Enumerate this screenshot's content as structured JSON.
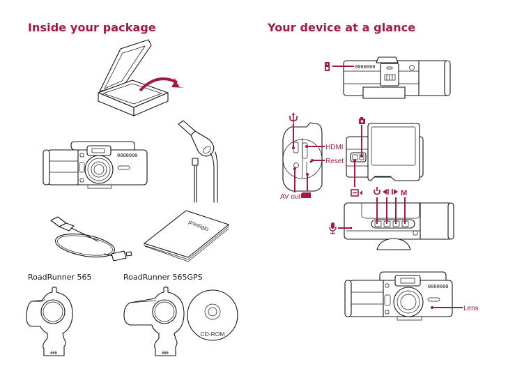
{
  "sections": {
    "left_title": "Inside your package",
    "right_title": "Your device at a glance"
  },
  "package": {
    "items": [
      {
        "name": "Box"
      },
      {
        "name": "Dash camera"
      },
      {
        "name": "Car charger"
      },
      {
        "name": "USB cable"
      },
      {
        "name": "Quick start guide",
        "brand": "Prestigio"
      }
    ],
    "model_captions": [
      "RoadRunner 565",
      "RoadRunner 565GPS"
    ],
    "cd_label": "CD-ROM"
  },
  "device": {
    "labels": {
      "hdmi": "HDMI",
      "reset": "Reset",
      "av_out": "AV out",
      "lens": "Lens",
      "menu_button": "M"
    },
    "icons": [
      "speaker",
      "usb",
      "sd-card",
      "camera-photo",
      "video-mode",
      "power",
      "previous",
      "next",
      "microphone"
    ],
    "accent_color": "#a5183f"
  }
}
